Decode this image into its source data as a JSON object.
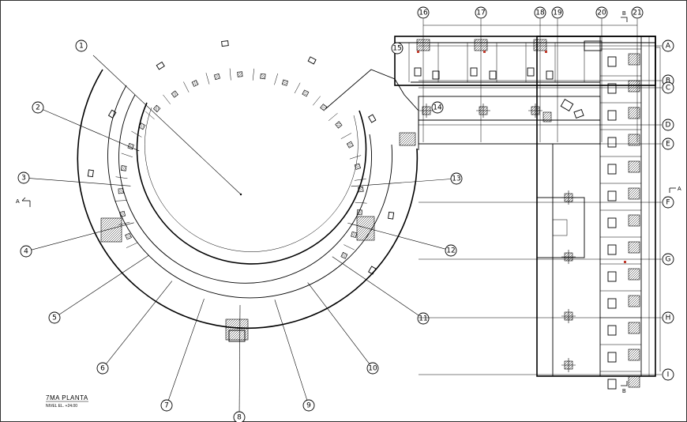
{
  "plan_title": "7MA PLANTA",
  "plan_subtitle": "NIVEL EL. +24.00",
  "section_marks": {
    "a_left": "A",
    "a_right": "A",
    "b_top": "B",
    "b_bottom": "B"
  },
  "ring_axes": [
    "1",
    "2",
    "3",
    "4",
    "5",
    "6",
    "7",
    "8",
    "9",
    "10",
    "11",
    "12",
    "13"
  ],
  "grid_top": [
    "16",
    "17",
    "18",
    "19",
    "20",
    "21"
  ],
  "grid_right": [
    "A",
    "B",
    "C",
    "D",
    "E",
    "F",
    "G",
    "H",
    "I"
  ],
  "grid_misc": {
    "axis_14": "14",
    "axis_15": "15"
  },
  "colors": {
    "line": "#000000",
    "accent": "#c0392b",
    "background": "#ffffff"
  }
}
